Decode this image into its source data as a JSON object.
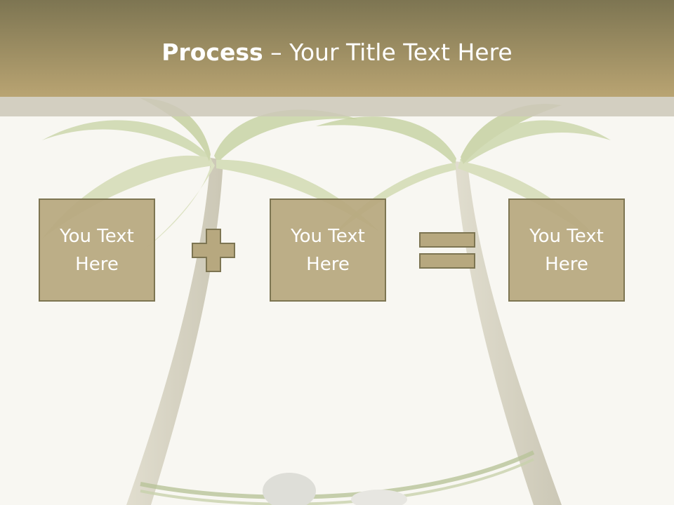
{
  "slide": {
    "title_bold": "Process",
    "title_rest": " – Your Title Text Here",
    "boxes": [
      {
        "label": "You Text Here"
      },
      {
        "label": "You Text Here"
      },
      {
        "label": "You Text Here"
      }
    ],
    "operators": [
      "plus",
      "equals"
    ]
  },
  "colors": {
    "header_dark": "#7d7552",
    "header_light": "#b9a472",
    "box_fill": "#b7a87f",
    "box_border": "#7d7552",
    "text": "#ffffff",
    "background": "#f8f7f2"
  },
  "icons": [
    "palm-tree-illustration",
    "hammock-illustration",
    "plus-icon",
    "equals-icon"
  ]
}
